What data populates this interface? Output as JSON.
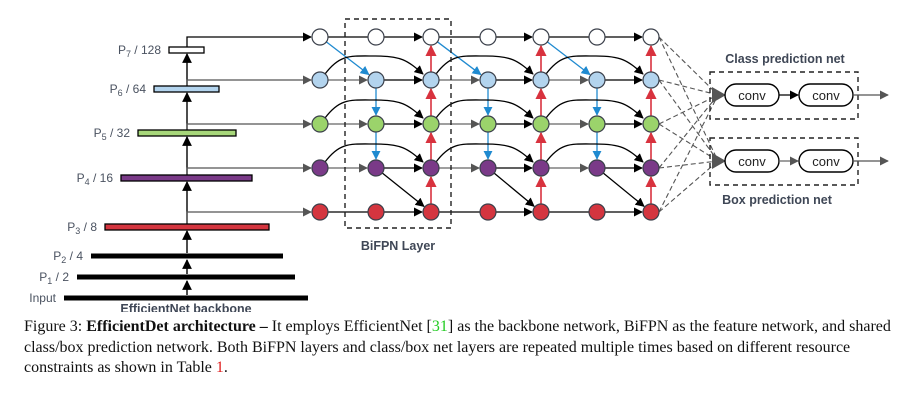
{
  "backbone": {
    "title": "EfficientNet backbone",
    "levels": [
      {
        "id": "P7",
        "name": "P",
        "sub": "7",
        "stride": "/ 128",
        "color": "#ffffff"
      },
      {
        "id": "P6",
        "name": "P",
        "sub": "6",
        "stride": "/ 64",
        "color": "#b3d4ee"
      },
      {
        "id": "P5",
        "name": "P",
        "sub": "5",
        "stride": "/ 32",
        "color": "#a7d77a"
      },
      {
        "id": "P4",
        "name": "P",
        "sub": "4",
        "stride": "/ 16",
        "color": "#7a3a88"
      },
      {
        "id": "P3",
        "name": "P",
        "sub": "3",
        "stride": "/ 8",
        "color": "#d4353f"
      },
      {
        "id": "P2",
        "name": "P",
        "sub": "2",
        "stride": "/ 4",
        "color": "#000000"
      },
      {
        "id": "P1",
        "name": "P",
        "sub": "1",
        "stride": "/ 2",
        "color": "#000000"
      },
      {
        "id": "Input",
        "name": "Input",
        "sub": "",
        "stride": "",
        "color": "#000000"
      }
    ]
  },
  "bifpn": {
    "label": "BiFPN Layer",
    "node_colors": [
      "#ffffff",
      "#b3d4ee",
      "#9bd36b",
      "#7a3a88",
      "#d4353f"
    ],
    "top_down_color": "#1f8ad0",
    "bottom_up_color": "#d8323e"
  },
  "heads": {
    "class_title": "Class prediction net",
    "box_title": "Box prediction net",
    "conv_label": "conv"
  },
  "caption": {
    "prefix": "Figure 3: ",
    "bold": "EfficientDet architecture –",
    "text1": " It employs EfficientNet [",
    "cite1": "31",
    "text2": "] as the backbone network, BiFPN as the feature network, and shared class/box prediction network. Both BiFPN layers and class/box net layers are repeated multiple times based on different resource constraints as shown in Table ",
    "cite2": "1",
    "text3": "."
  }
}
